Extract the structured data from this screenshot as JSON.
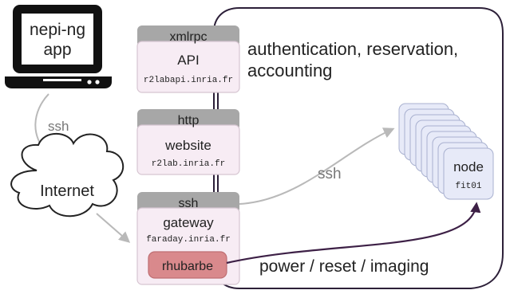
{
  "colors": {
    "server_header": "#a7a7a7",
    "server_header_edge": "#9a9a9a",
    "server_body": "#f7ecf4",
    "server_border": "#d6c5d1",
    "testbed_outline": "#2c1f38",
    "gray_arrow": "#b9b9b9",
    "node_fill": "#e7eaf8",
    "node_border": "#a8b0cf",
    "rhubarbe_fill": "#d9898c",
    "rhubarbe_border": "#be6e72",
    "power_arrow": "#3d2046",
    "laptop": "#111111",
    "text": "#222222"
  },
  "laptop": {
    "icon": "laptop-icon",
    "line1": "nepi-ng",
    "line2": "app"
  },
  "internet": {
    "icon": "cloud-icon",
    "label": "Internet"
  },
  "edges": {
    "laptop_to_internet": "ssh",
    "gateway_to_nodes": "ssh",
    "power": "power / reset / imaging"
  },
  "servers": {
    "api": {
      "protocol": "xmlrpc",
      "name": "API",
      "host": "r2labapi.inria.fr"
    },
    "website": {
      "protocol": "http",
      "name": "website",
      "host": "r2lab.inria.fr"
    },
    "gateway": {
      "protocol": "ssh",
      "name": "gateway",
      "host": "faraday.inria.fr",
      "service": "rhubarbe"
    }
  },
  "api_caption": {
    "line1": "authentication, reservation,",
    "line2": "accounting"
  },
  "nodes": {
    "icon": "node-stack-icon",
    "name": "node",
    "id": "fit01",
    "stack_count": 9
  }
}
